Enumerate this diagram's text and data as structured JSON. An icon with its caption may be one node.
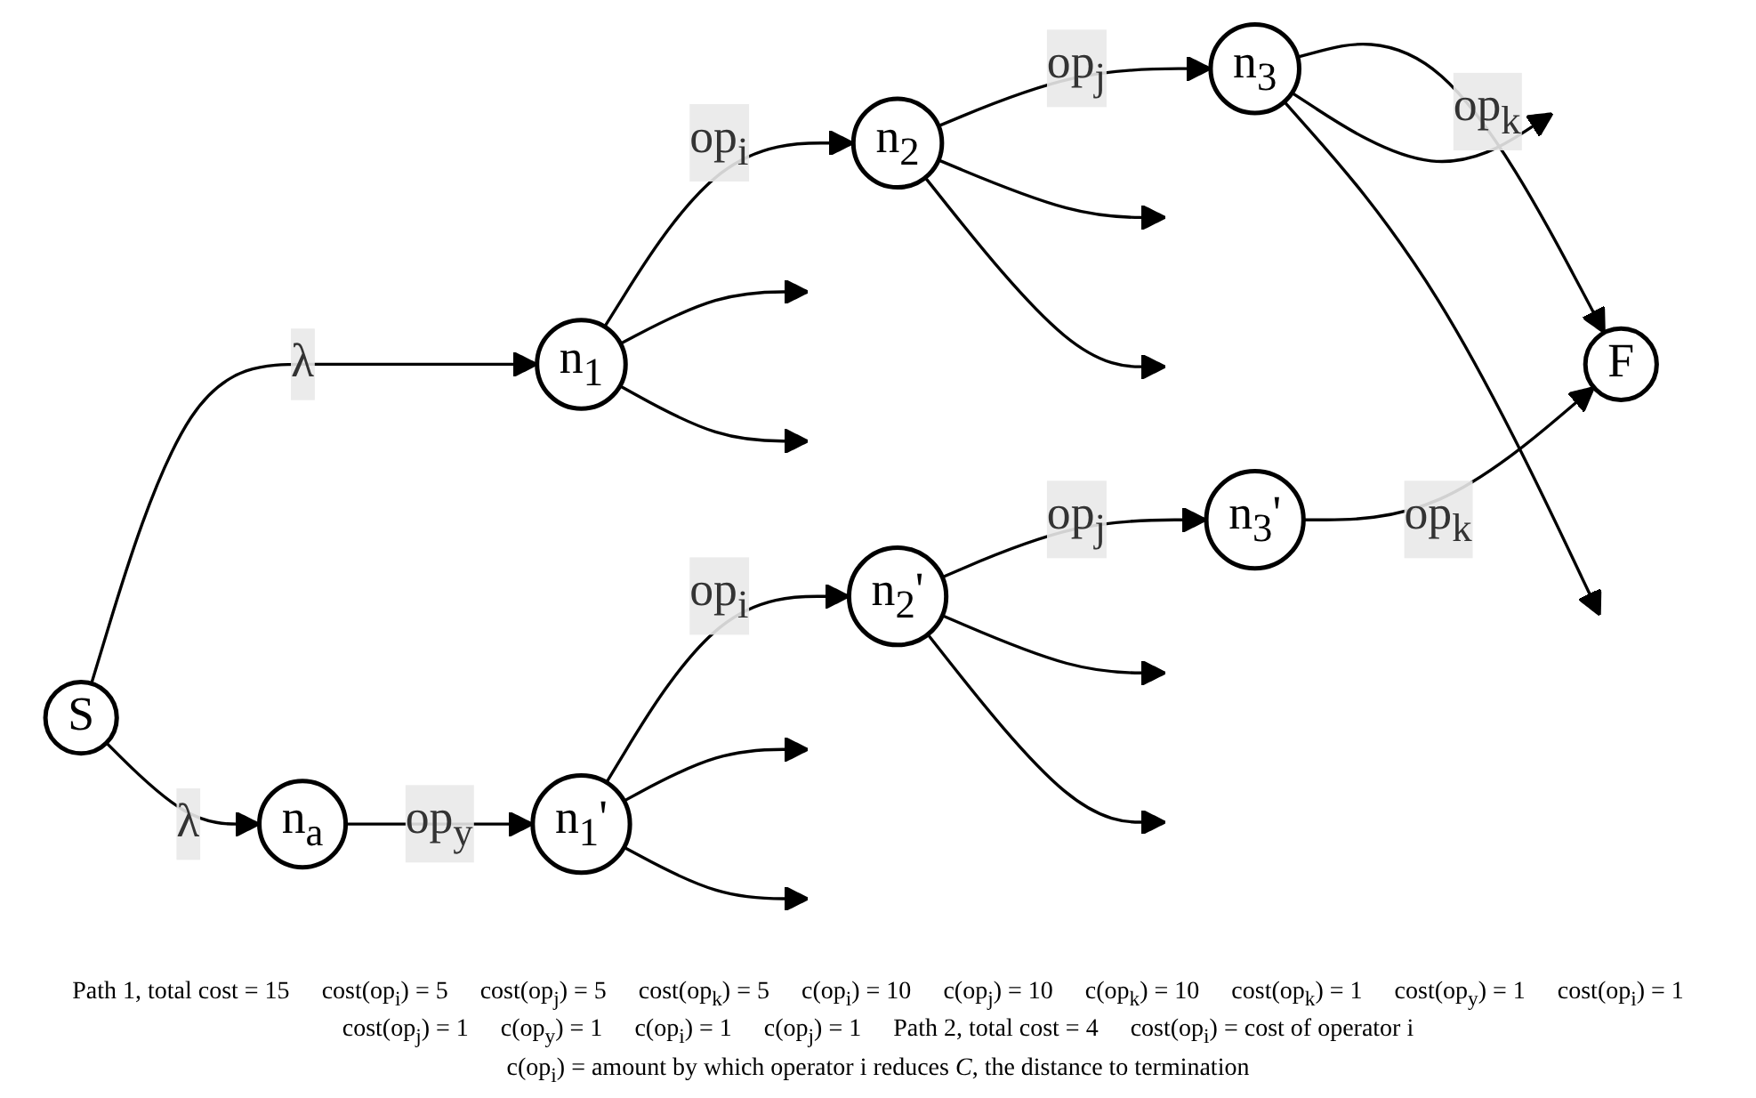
{
  "diagram": {
    "nodes": [
      {
        "text": [
          "S"
        ]
      },
      {
        "text": [
          "n$_{1}$"
        ]
      },
      {
        "text": [
          "n$_{2}$"
        ]
      },
      {
        "text": [
          "n$_{3}$"
        ]
      },
      {
        "text": [
          "F"
        ]
      },
      {
        "text": [
          "n$_{a}$"
        ]
      },
      {
        "text": [
          "n$_{1}$'"
        ]
      },
      {
        "text": [
          "n$_{2}$'"
        ]
      },
      {
        "text": [
          "n$_{3}$'"
        ]
      }
    ],
    "edges": [
      {
        "from": 0,
        "to": 1,
        "arrow": "to",
        "label": "λ"
      },
      {
        "from": 0,
        "to": 5,
        "arrow": "to",
        "label": "λ"
      },
      {
        "from": 1,
        "to": 2,
        "arrow": "to",
        "label": "op$_{i}$"
      },
      {
        "from": 1,
        "to": null,
        "arrow": "to"
      },
      {
        "from": 1,
        "to": null,
        "arrow": "to"
      },
      {
        "from": 2,
        "to": 3,
        "arrow": "to",
        "label": "op$_{j}$"
      },
      {
        "from": 2,
        "to": null,
        "arrow": "to"
      },
      {
        "from": 2,
        "to": null,
        "arrow": "to"
      },
      {
        "from": 3,
        "to": 4,
        "arrow": "to",
        "label": "op$_{k}$"
      },
      {
        "from": 3,
        "to": null,
        "arrow": "to"
      },
      {
        "from": 3,
        "to": null,
        "arrow": "to"
      },
      {
        "from": 5,
        "to": 6,
        "arrow": "to",
        "label": "op$_{y}$"
      },
      {
        "from": 6,
        "to": 7,
        "arrow": "to",
        "label": "op$_{i}$"
      },
      {
        "from": 6,
        "to": null,
        "arrow": "to"
      },
      {
        "from": 6,
        "to": null,
        "arrow": "to"
      },
      {
        "from": 7,
        "to": 8,
        "arrow": "to",
        "label": "op$_{j}$"
      },
      {
        "from": 7,
        "to": null,
        "arrow": "to"
      },
      {
        "from": 7,
        "to": null,
        "arrow": "to"
      },
      {
        "from": 8,
        "to": 4,
        "arrow": "to",
        "label": "op$_{k}$"
      }
    ],
    "labels": [
      "Path 1, total cost = 15",
      "cost(op$_{i}$) = 5",
      "cost(op$_{j}$) = 5",
      "cost(op$_{k}$) = 5",
      "c(op$_{i}$) = 10",
      "c(op$_{j}$) = 10",
      "c(op$_{k}$) = 10",
      "cost(op$_{k}$) = 1",
      "cost(op$_{y}$) = 1",
      "cost(op$_{i}$) = 1",
      "cost(op$_{j}$) = 1",
      "c(op$_{y}$) = 1",
      "c(op$_{i}$) = 1",
      "c(op$_{j}$) = 1",
      "Path 2, total cost = 4",
      "cost(op$_{i}$) = cost of operator  i",
      "c(op$_{i}$) = amount by which operator i reduces *C*, the distance to termination"
    ]
  }
}
